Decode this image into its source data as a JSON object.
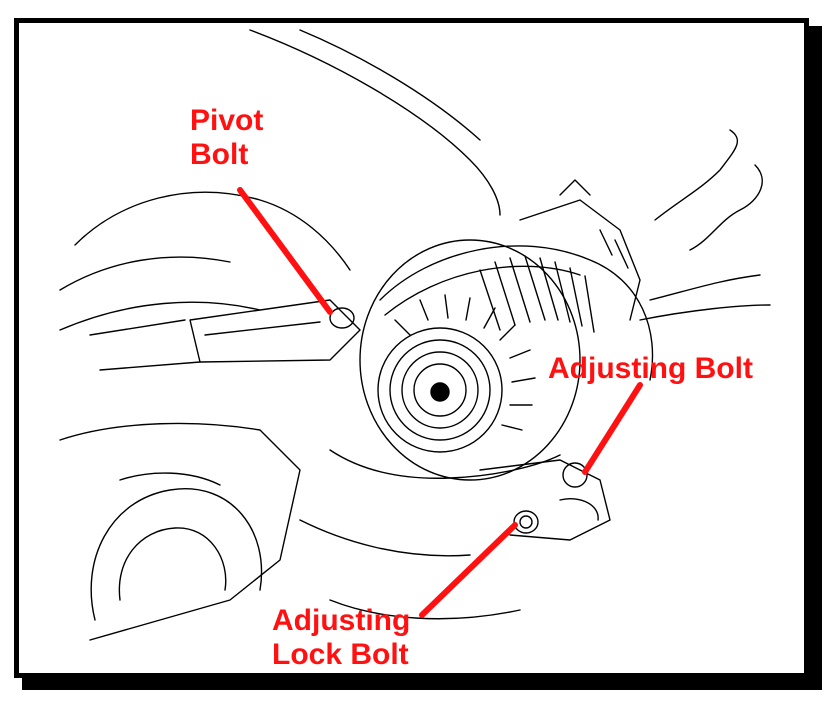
{
  "diagram": {
    "labels": {
      "pivot": {
        "line1": "Pivot",
        "line2": "Bolt"
      },
      "adjusting": {
        "text": "Adjusting Bolt"
      },
      "lock": {
        "line1": "Adjusting",
        "line2": "Lock Bolt"
      }
    },
    "colors": {
      "label": "#ff1111",
      "line": "#000000",
      "frame": "#000000",
      "background": "#ffffff"
    }
  }
}
